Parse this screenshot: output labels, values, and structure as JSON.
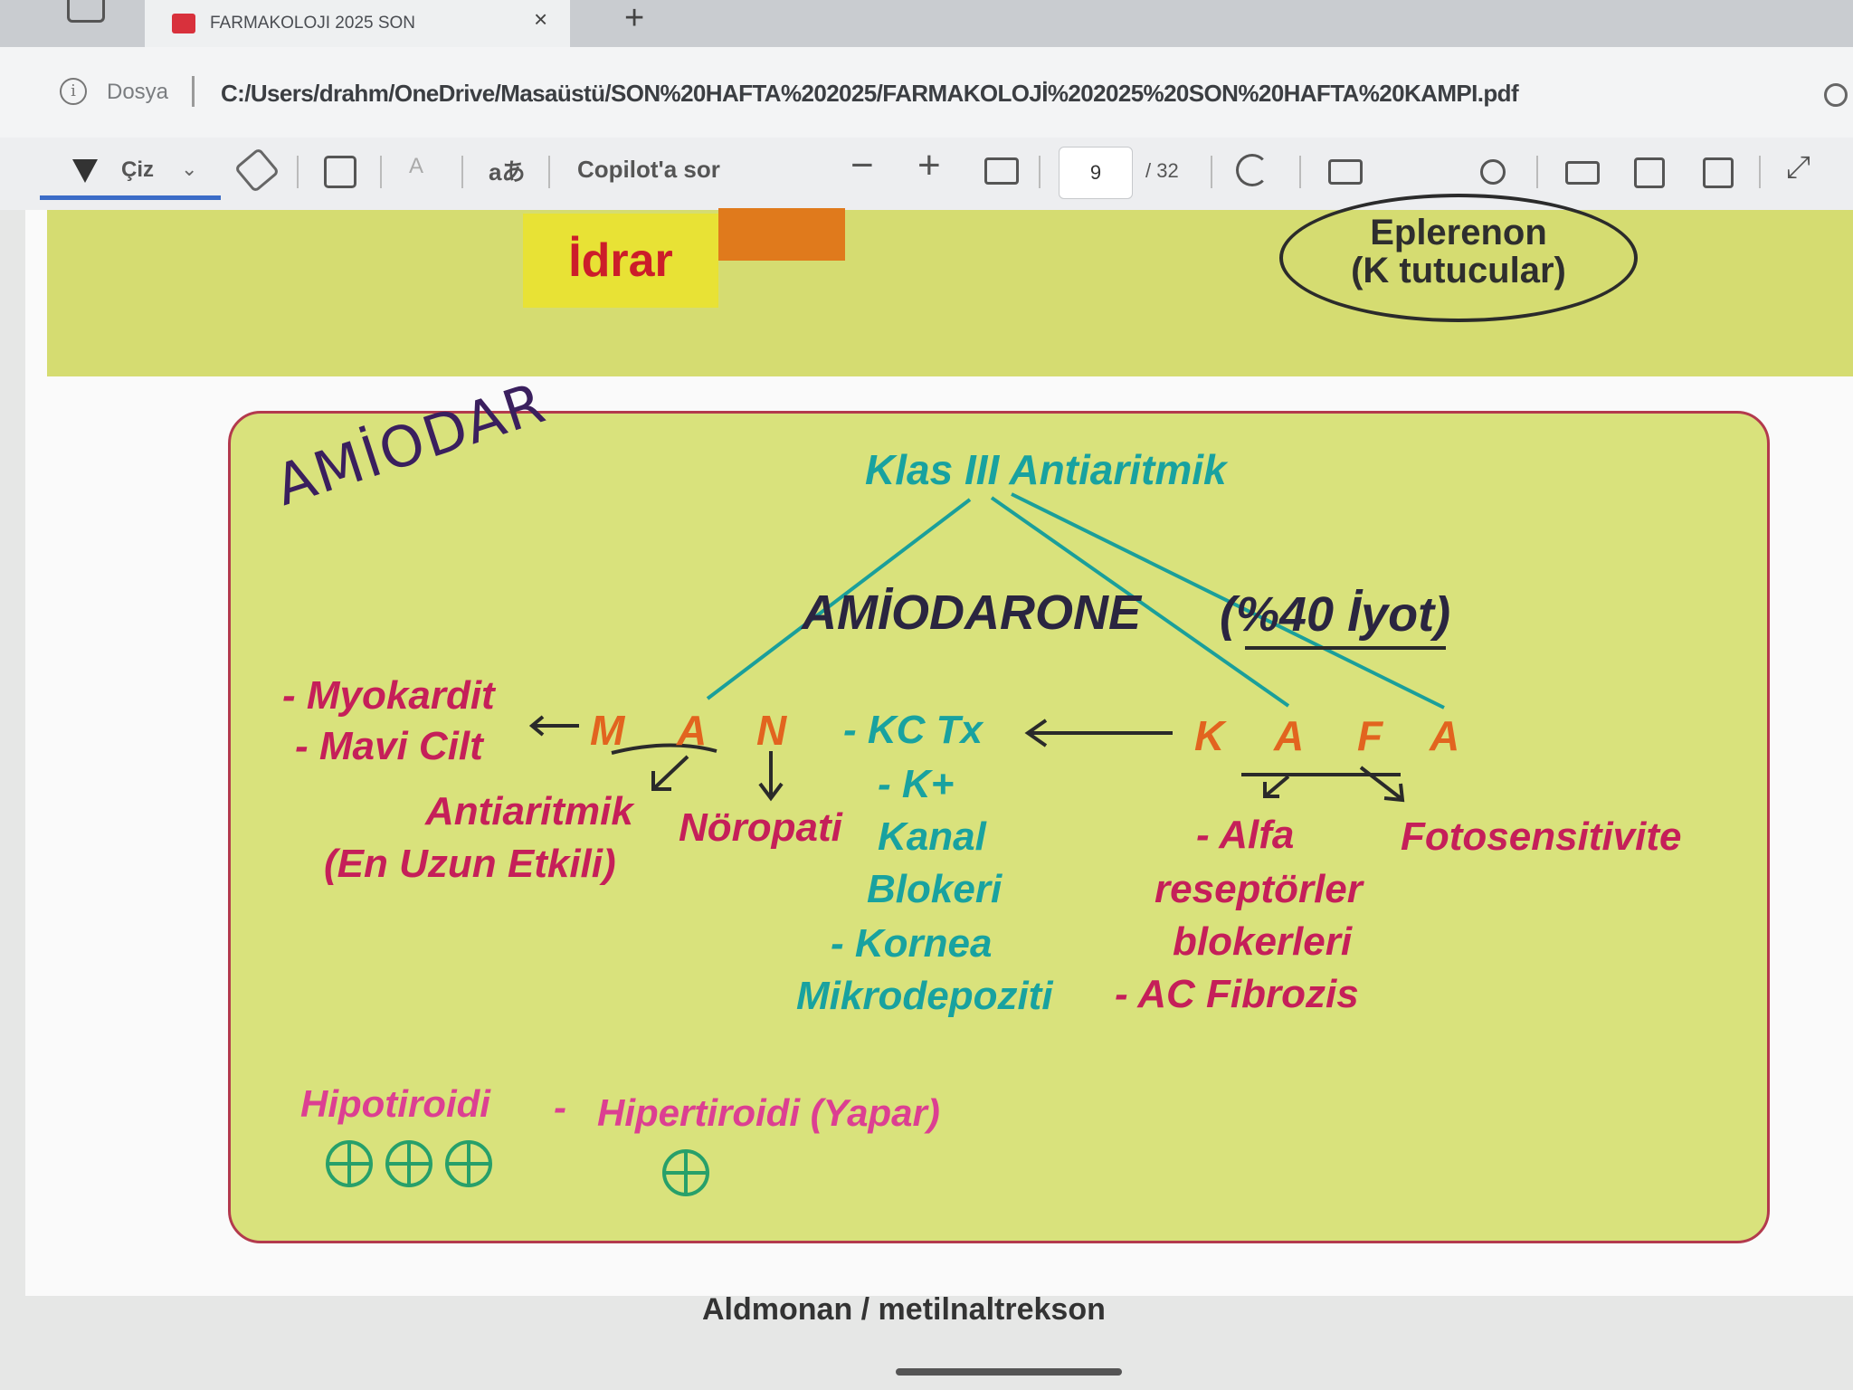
{
  "browser": {
    "tab_title": "FARMAKOLOJI 2025 SON",
    "tab_close": "×",
    "new_tab": "+",
    "file_label": "Dosya",
    "url": "C:/Users/drahm/OneDrive/Masaüstü/SON%20HAFTA%202025/FARMAKOLOJİ%202025%20SON%20HAFTA%20KAMPI.pdf"
  },
  "toolbar": {
    "draw_label": "Çiz",
    "read_aloud": "A",
    "translate": "aあ",
    "copilot_label": "Copilot'a sor",
    "zoom_out": "−",
    "zoom_in": "+",
    "page_number": "9",
    "page_total": "/ 32"
  },
  "top_slide": {
    "idrar": "İdrar",
    "eplerenon_line1": "Eplerenon",
    "eplerenon_line2": "(K tutucular)"
  },
  "slide": {
    "handwritten_note": "AMİODAR",
    "class_title": "Klas III Antiaritmik",
    "drug": "AMİODARONE",
    "iodine": "(%40 İyot)",
    "left_effects": [
      "- Myokardit",
      "- Mavi Cilt"
    ],
    "arrow_left": "←",
    "man": [
      "M",
      "A",
      "N"
    ],
    "antiaritmik": "Antiaritmik",
    "en_uzun": "(En Uzun Etkili)",
    "noropati": "Nöropati",
    "kc_list": [
      "- KC Tx",
      "- K+",
      "Kanal",
      "Blokeri",
      "- Kornea",
      "Mikrodepoziti"
    ],
    "kafa": [
      "K",
      "A",
      "F",
      "A"
    ],
    "alfa_list": [
      "- Alfa",
      "reseptörler",
      "blokerleri",
      "- AC Fibrozis"
    ],
    "fotosensitivite": "Fotosensitivite",
    "hipotiroidi": "Hipotiroidi",
    "dash": "-",
    "hipertiroidi": "Hipertiroidi (Yapar)",
    "colors": {
      "slide_bg": "#d9e27c",
      "teal": "#18a2a0",
      "crimson": "#c51f59",
      "orange": "#e2641f",
      "pink": "#dc3f92",
      "plus_green": "#27a06a"
    }
  },
  "next_slide_caption": "Aldmonan / metilnaltrekson"
}
